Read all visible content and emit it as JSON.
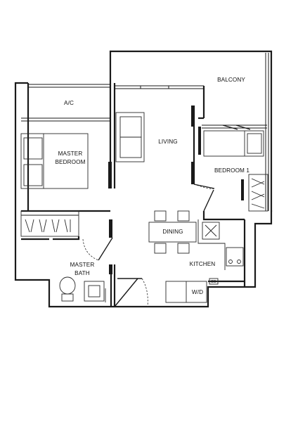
{
  "rooms": {
    "balcony": "BALCONY",
    "ac": "A/C",
    "master_bedroom": [
      "MASTER",
      "BEDROOM"
    ],
    "living": "LIVING",
    "bedroom1": "BEDROOM 1",
    "dining": "DINING",
    "kitchen": "KITCHEN",
    "master_bath": [
      "MASTER",
      "BATH"
    ],
    "wd": "W/D",
    "db": "DB"
  }
}
